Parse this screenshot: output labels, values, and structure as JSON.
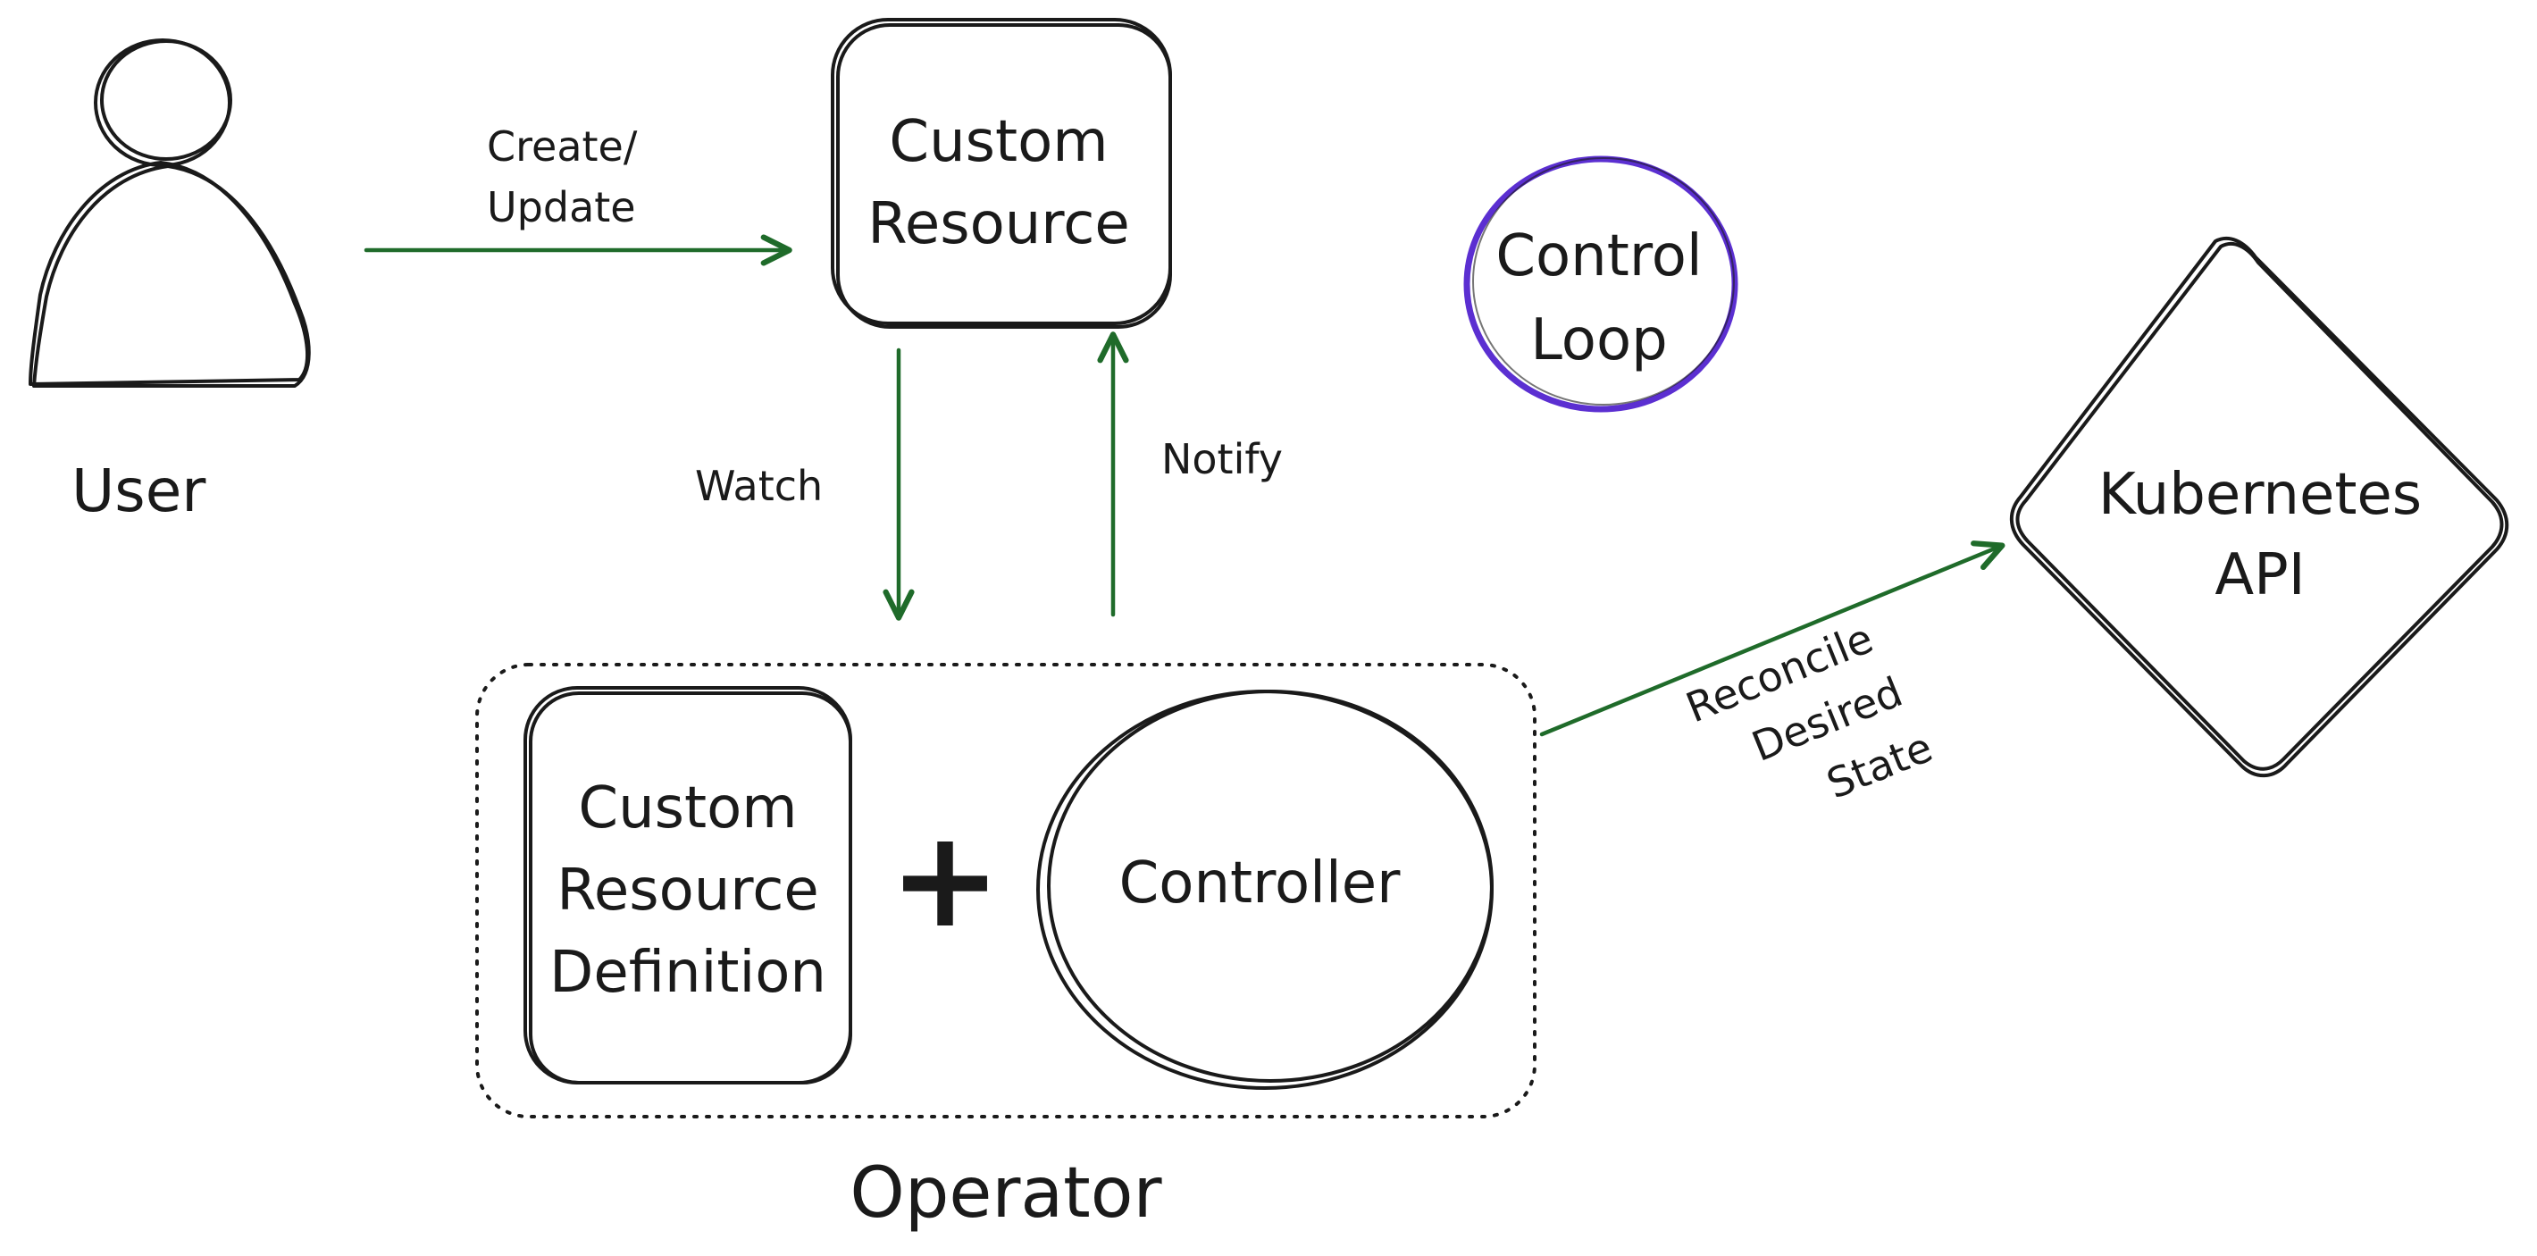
{
  "diagram": {
    "nodes": {
      "user": {
        "label": "User"
      },
      "custom_resource": {
        "line1": "Custom",
        "line2": "Resource"
      },
      "control_loop": {
        "line1": "Control",
        "line2": "Loop"
      },
      "kubernetes_api": {
        "line1": "Kubernetes",
        "line2": "API"
      },
      "crd": {
        "line1": "Custom",
        "line2": "Resource",
        "line3": "Definition"
      },
      "plus": {
        "symbol": "+"
      },
      "controller": {
        "label": "Controller"
      },
      "operator": {
        "label": "Operator"
      }
    },
    "edges": {
      "create_update": {
        "line1": "Create/",
        "line2": "Update"
      },
      "watch": {
        "label": "Watch"
      },
      "notify": {
        "label": "Notify"
      },
      "reconcile": {
        "line1": "Reconcile",
        "line2": "Desired",
        "line3": "State"
      }
    },
    "colors": {
      "arrow": "#1f6b2a",
      "control_loop_ring": "#5b2fd1",
      "ink": "#1a1a1a"
    }
  }
}
